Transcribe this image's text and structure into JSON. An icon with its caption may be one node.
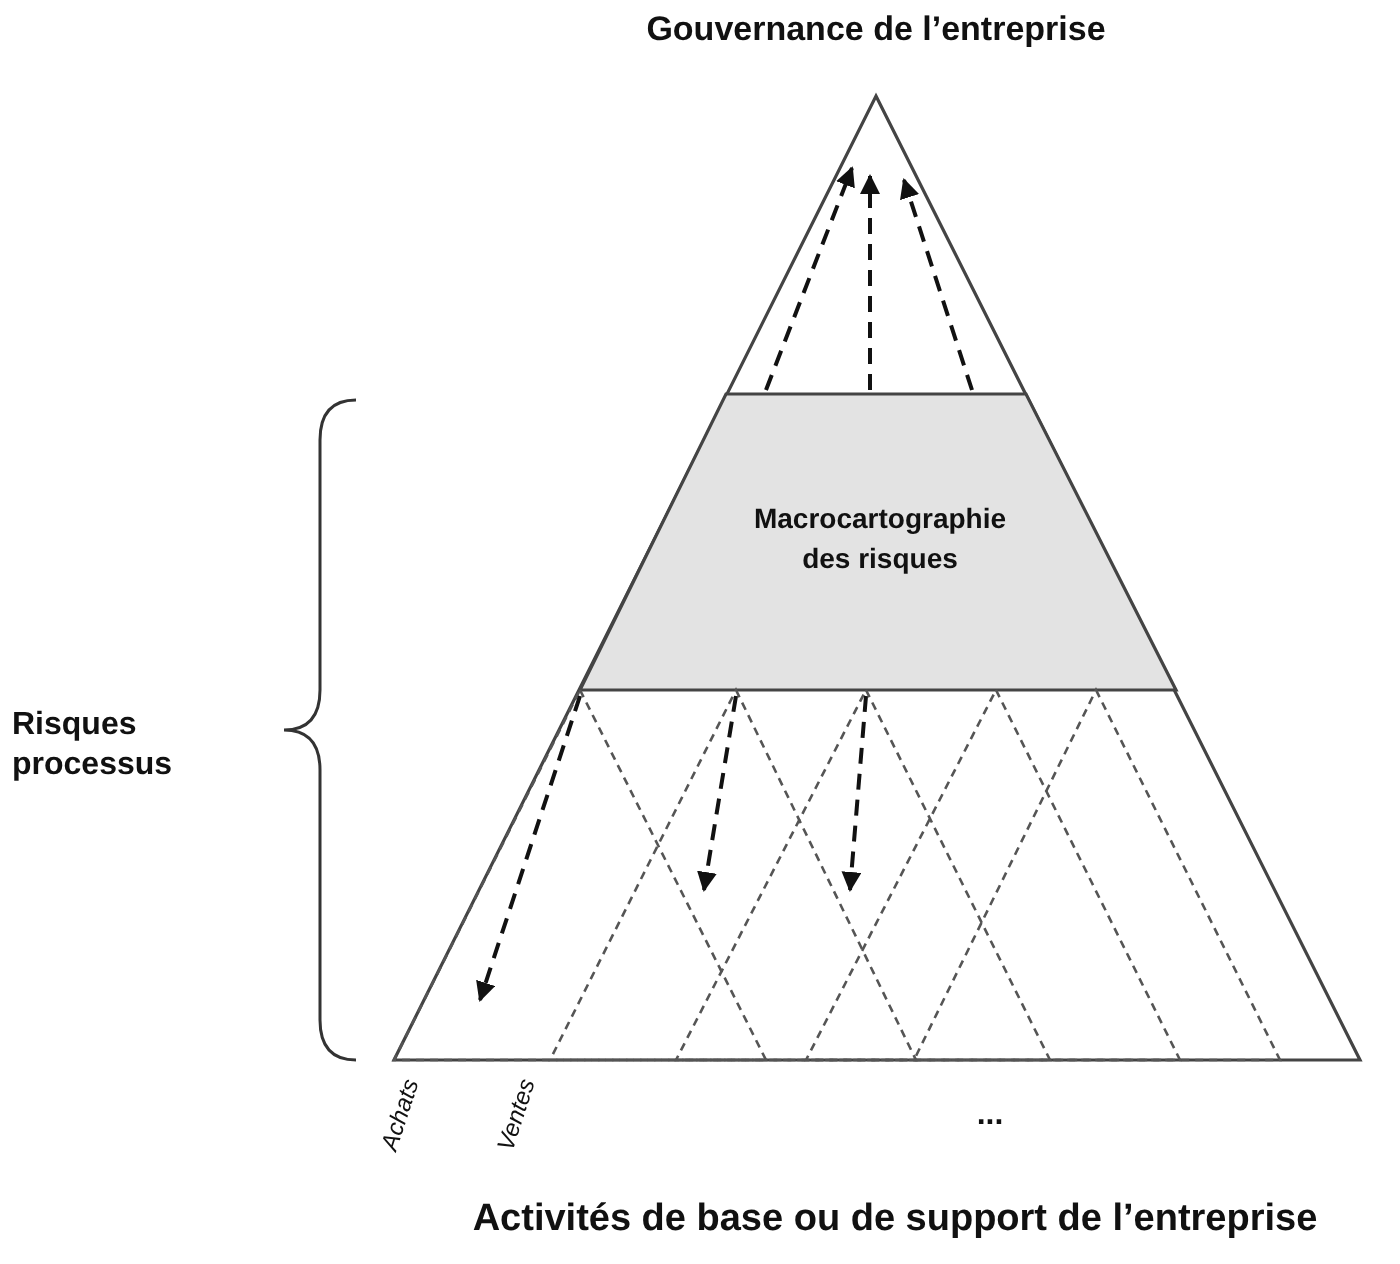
{
  "diagram": {
    "nodes": [
      {
        "text": [],
        "shape": "triangle"
      },
      {
        "text": [
          "Macrocartographie des risques"
        ],
        "in": 0
      },
      {
        "text": [],
        "shape": "triangle",
        "in": 0
      },
      {
        "text": [],
        "shape": "triangle",
        "in": 0
      },
      {
        "text": [],
        "shape": "triangle",
        "in": 0
      },
      {
        "text": [],
        "shape": "triangle",
        "in": 0
      },
      {
        "text": [],
        "shape": "triangle",
        "in": 0
      }
    ],
    "edges": [
      {
        "from": 1,
        "to": null,
        "arrow": "to",
        "style": "dashed"
      },
      {
        "from": 1,
        "to": null,
        "arrow": "to",
        "style": "dashed"
      },
      {
        "from": 1,
        "to": null,
        "arrow": "to",
        "style": "dashed"
      },
      {
        "from": 1,
        "to": 2,
        "arrow": "to",
        "style": "dashed"
      },
      {
        "from": 1,
        "to": 3,
        "arrow": "to",
        "style": "dashed"
      },
      {
        "from": 1,
        "to": 4,
        "arrow": "to",
        "style": "dashed"
      }
    ],
    "labels": [
      "Gouvernance de l’entreprise",
      "Risques processus",
      "Achats",
      "Ventes",
      "...",
      "Activités de base ou de support de l’entreprise"
    ]
  }
}
